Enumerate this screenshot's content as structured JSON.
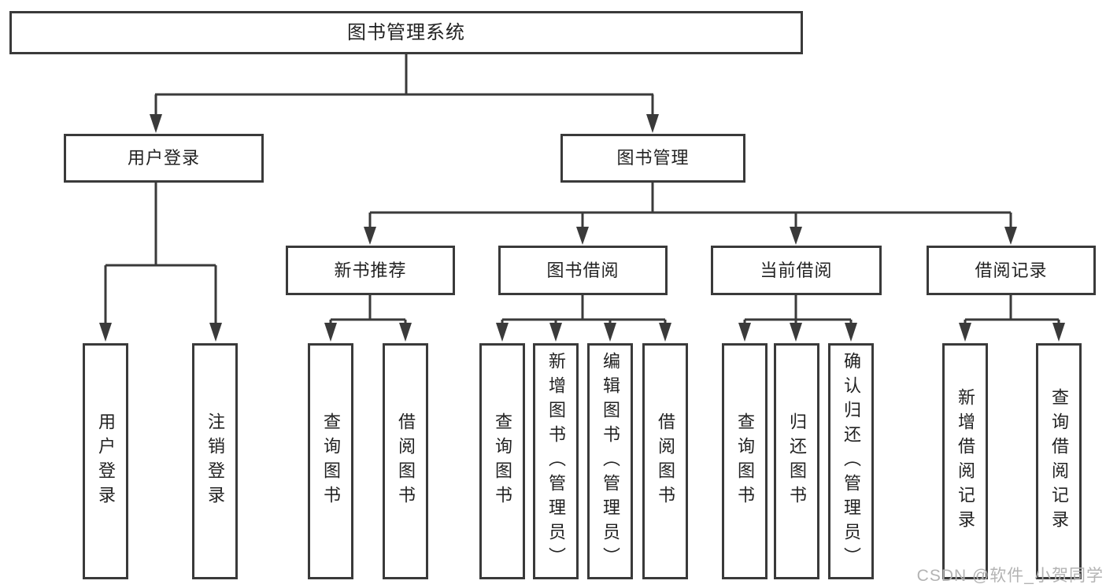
{
  "tree": {
    "root": "图书管理系统",
    "branches": [
      {
        "label": "用户登录",
        "children": [
          "用户登录",
          "注销登录"
        ]
      },
      {
        "label": "图书管理",
        "children": [
          {
            "label": "新书推荐",
            "children": [
              "查询图书",
              "借阅图书"
            ]
          },
          {
            "label": "图书借阅",
            "children": [
              "查询图书",
              "新增图书（管理员）",
              "编辑图书（管理员）",
              "借阅图书"
            ]
          },
          {
            "label": "当前借阅",
            "children": [
              "查询图书",
              "归还图书",
              "确认归还（管理员）"
            ]
          },
          {
            "label": "借阅记录",
            "children": [
              "新增借阅记录",
              "查询借阅记录"
            ]
          }
        ]
      }
    ]
  },
  "watermark": "CSDN @软件_小贺同学",
  "colors": {
    "line": "#3a3a3a",
    "text": "#222222",
    "background": "#ffffff",
    "watermark": "#b3b3b3"
  }
}
